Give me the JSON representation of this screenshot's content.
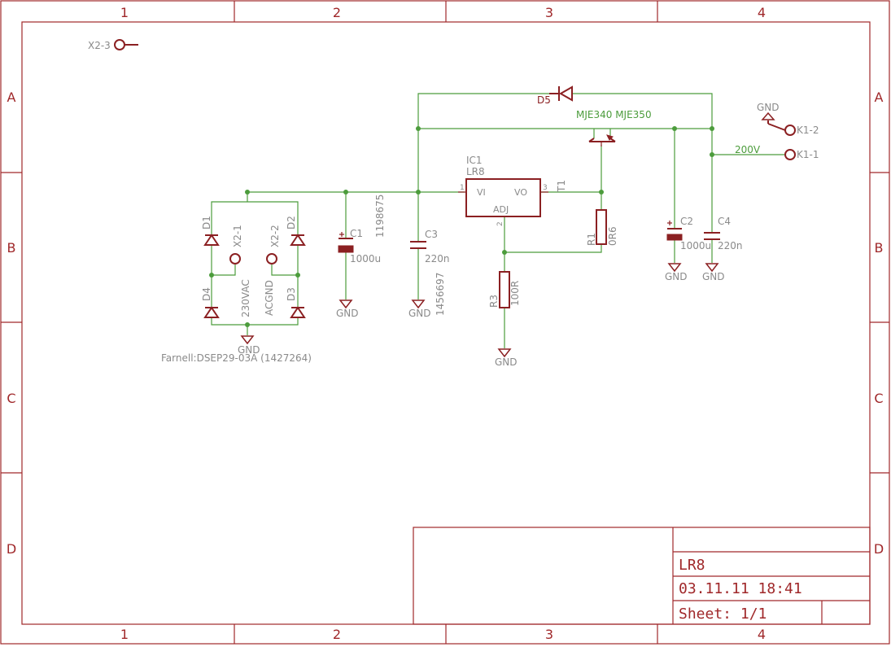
{
  "frame": {
    "columns": [
      "1",
      "2",
      "3",
      "4"
    ],
    "rows": [
      "A",
      "B",
      "C",
      "D"
    ]
  },
  "title_block": {
    "name": "LR8",
    "date": "03.11.11 18:41",
    "sheet": "Sheet: 1/1"
  },
  "components": {
    "x2_3": {
      "ref": "X2-3"
    },
    "x2_1": {
      "ref": "X2-1",
      "value": "230VAC"
    },
    "x2_2": {
      "ref": "X2-2",
      "value": "ACGND"
    },
    "k1_1": {
      "ref": "K1-1"
    },
    "k1_2": {
      "ref": "K1-2"
    },
    "d1": {
      "ref": "D1"
    },
    "d2": {
      "ref": "D2"
    },
    "d3": {
      "ref": "D3"
    },
    "d4": {
      "ref": "D4"
    },
    "d5": {
      "ref": "D5"
    },
    "bridge_note": "Farnell:DSEP29-03A  (1427264)",
    "c1": {
      "ref": "C1",
      "value": "1000u",
      "note": "1198675"
    },
    "c2": {
      "ref": "C2",
      "value": "1000u"
    },
    "c3": {
      "ref": "C3",
      "value": "220n",
      "note": "1456697"
    },
    "c4": {
      "ref": "C4",
      "value": "220n"
    },
    "ic1": {
      "ref": "IC1",
      "value": "LR8",
      "pin_vi": "VI",
      "pin_vo": "VO",
      "pin_adj": "ADJ",
      "pin1": "1",
      "pin2": "2",
      "pin3": "3"
    },
    "t1": {
      "ref": "T1",
      "value": "MJE340 MJE350"
    },
    "r1": {
      "ref": "R1",
      "value": "0R6"
    },
    "r3": {
      "ref": "R3",
      "value": "100R"
    }
  },
  "nets": {
    "hv_label": "200V",
    "gnd_label": "GND"
  },
  "colors": {
    "symbol": "#8b2022",
    "wire": "#4c9c3c",
    "frame": "#a0282a",
    "text_grey": "#8a8a8a"
  }
}
